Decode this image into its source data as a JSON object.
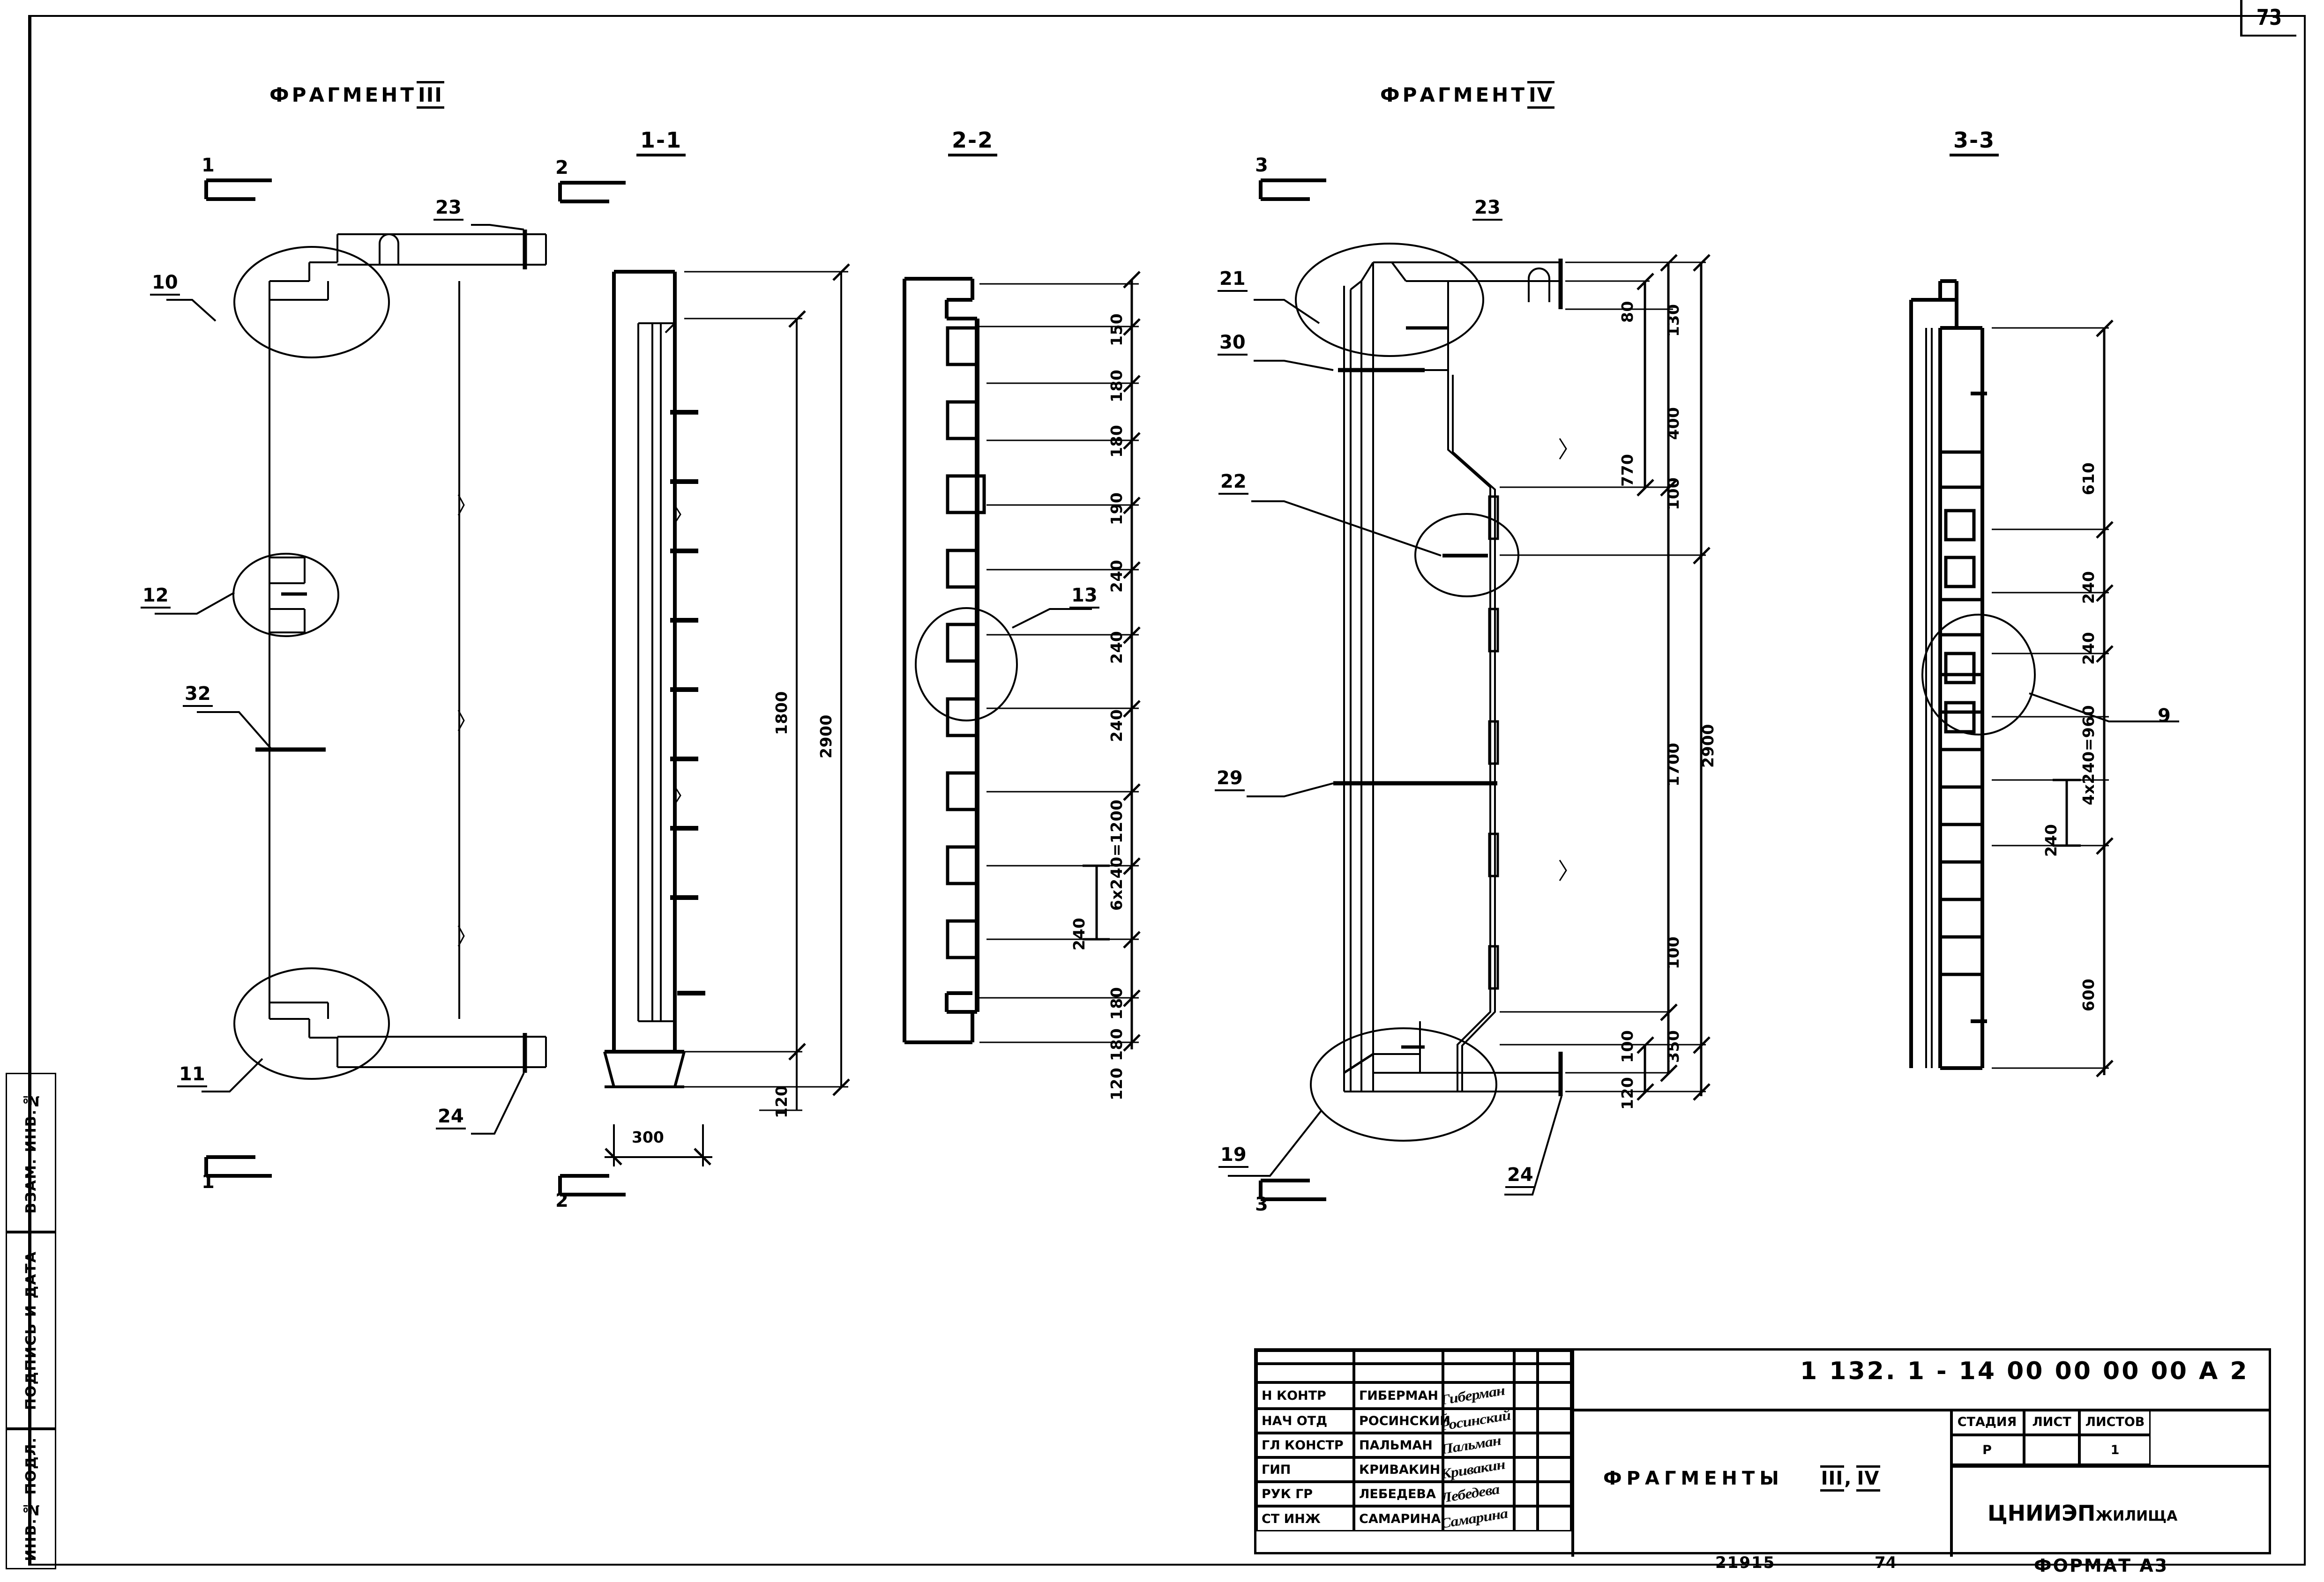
{
  "sheet": {
    "page_number": "73",
    "format_note": "ФОРМАТ А3",
    "archive_number": "21915",
    "archive_year": "74"
  },
  "left_margin": {
    "cells": [
      {
        "label": "ВЗАМ. ИНВ.№"
      },
      {
        "label": "ПОДПИСЬ И ДАТА"
      },
      {
        "label": "ИНВ.№ ПОДЛ."
      }
    ]
  },
  "views": {
    "fragment3": {
      "heading_text": "ФРАГМЕНТ",
      "heading_roman": "III",
      "callouts": [
        "10",
        "12",
        "32",
        "11",
        "23",
        "24"
      ],
      "section_marks": [
        {
          "id": "1",
          "position": "top"
        },
        {
          "id": "1",
          "position": "bottom"
        }
      ]
    },
    "section11": {
      "title": "1-1",
      "dims_vertical": [
        "2900",
        "1800",
        "120"
      ],
      "dims_horizontal": [
        "300"
      ],
      "section_marks": [
        {
          "id": "2",
          "position": "top"
        },
        {
          "id": "2",
          "position": "bottom"
        }
      ]
    },
    "section22": {
      "title": "2-2",
      "callouts": [
        "13"
      ],
      "dims_vertical": [
        "150",
        "180",
        "180",
        "190",
        "240",
        "240",
        "240",
        "6х240=1200",
        "240",
        "180",
        "180",
        "120"
      ]
    },
    "fragment4": {
      "heading_text": "ФРАГМЕНТ",
      "heading_roman": "IV",
      "callouts": [
        "21",
        "30",
        "22",
        "29",
        "19",
        "23",
        "24"
      ],
      "dims_vertical": [
        "130",
        "80",
        "400",
        "770",
        "100",
        "1700",
        "2900",
        "100",
        "350",
        "100",
        "120"
      ],
      "section_marks": [
        {
          "id": "3",
          "position": "top"
        },
        {
          "id": "3",
          "position": "bottom"
        }
      ]
    },
    "section33": {
      "title": "3-3",
      "callouts": [
        "9"
      ],
      "dims_vertical": [
        "610",
        "240",
        "240",
        "4х240=960",
        "240",
        "600"
      ]
    }
  },
  "title_block": {
    "doc_code": "1 132. 1 - 14      00 00 00 00 А 2",
    "drawing_name": "ФРАГМЕНТЫ",
    "drawing_name_roman_1": "III",
    "drawing_name_roman_2": "IV",
    "drawing_name_separator": ",",
    "roles": [
      {
        "role": "Н КОНТР",
        "name": "ГИБЕРМАН",
        "signature": "Гиберман"
      },
      {
        "role": "НАЧ ОТД",
        "name": "РОСИНСКИЙ",
        "signature": "Росинский"
      },
      {
        "role": "ГЛ КОНСТР",
        "name": "ПАЛЬМАН",
        "signature": "Пальман"
      },
      {
        "role": "ГИП",
        "name": "КРИВАКИН",
        "signature": "Кривакин"
      },
      {
        "role": "РУК ГР",
        "name": "ЛЕБЕДЕВА",
        "signature": "Лебедева"
      },
      {
        "role": "СТ ИНЖ",
        "name": "САМАРИНА",
        "signature": "Самарина"
      }
    ],
    "stage_headers": [
      "СТАДИЯ",
      "ЛИСТ",
      "ЛИСТОВ"
    ],
    "stage_values": [
      "Р",
      "",
      "1"
    ],
    "organization": "ЦНИИЭП",
    "organization_suffix": "ЖИЛИЩА"
  },
  "colors": {
    "ink": "#000000",
    "paper": "#ffffff"
  }
}
